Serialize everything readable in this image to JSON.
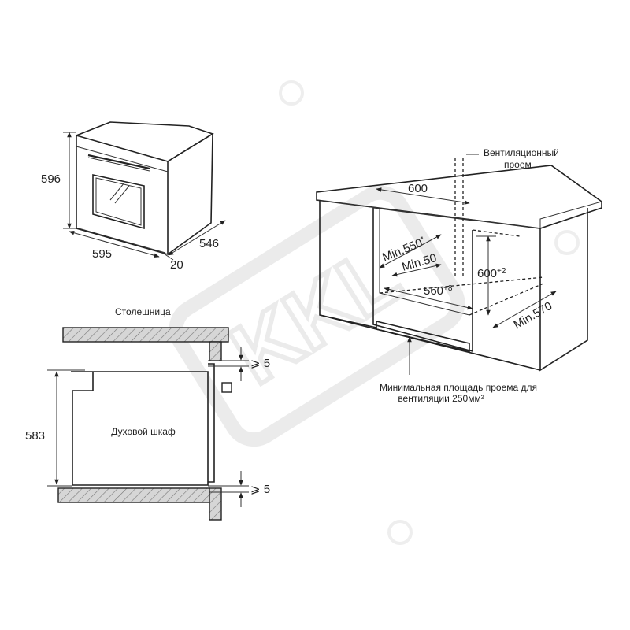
{
  "oven_dims": {
    "height": "596",
    "width": "595",
    "depth": "546",
    "front": "20"
  },
  "niche": {
    "ventilation_label_line1": "Вентиляционный",
    "ventilation_label_line2": "проем",
    "width_600": "600",
    "min_550": "Min.550",
    "min_550_star": "*",
    "min_50": "Min.50",
    "height_600": "600",
    "height_600_tol": "+2",
    "width_560": "560",
    "width_560_tol": "+8",
    "min_570": "Min.570",
    "vent_area_line1": "Минимальная площадь проема для",
    "vent_area_line2": "вентиляции 250мм²"
  },
  "section": {
    "countertop_label": "Столешница",
    "oven_label": "Духовой шкаф",
    "height_583": "583",
    "gap_top": "⩾ 5",
    "gap_bottom": "⩾ 5"
  },
  "watermark": "KKL"
}
